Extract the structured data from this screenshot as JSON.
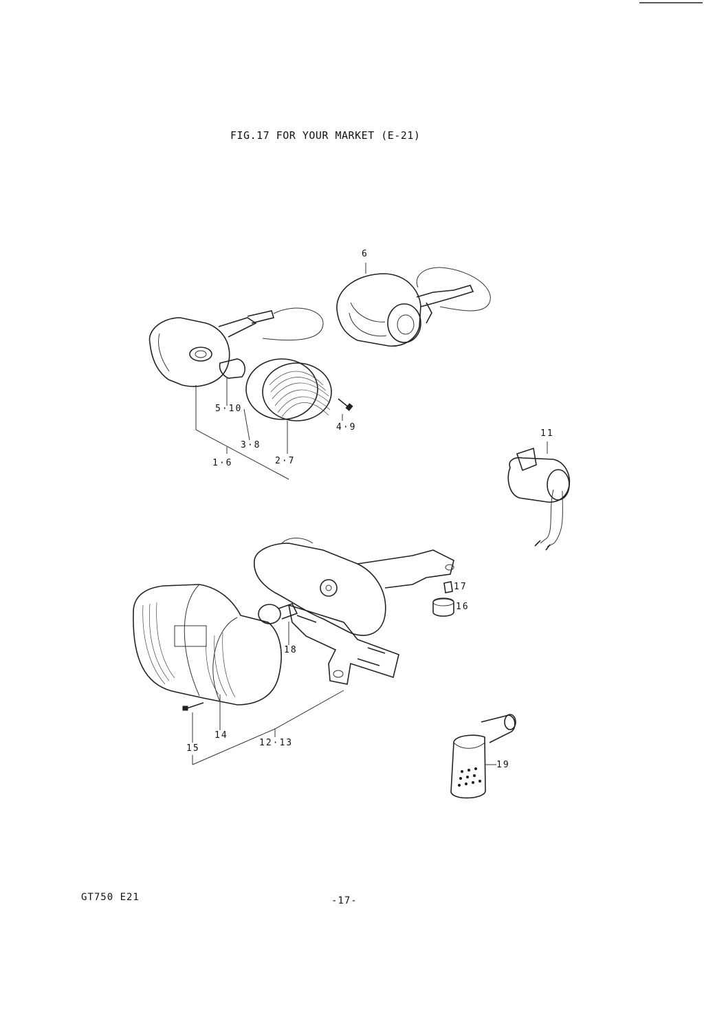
{
  "title": "FIG.17  FOR YOUR MARKET (E-21)",
  "footer": {
    "model_code": "GT750 E21",
    "page_number": "-17-"
  },
  "callouts": {
    "c6": "6",
    "c5_10": "5·10",
    "c4_9": "4·9",
    "c3_8": "3·8",
    "c1_6": "1·6",
    "c2_7": "2·7",
    "c11": "11",
    "c17": "17",
    "c16": "16",
    "c18": "18",
    "c14": "14",
    "c15": "15",
    "c12_13": "12·13",
    "c19": "19"
  }
}
